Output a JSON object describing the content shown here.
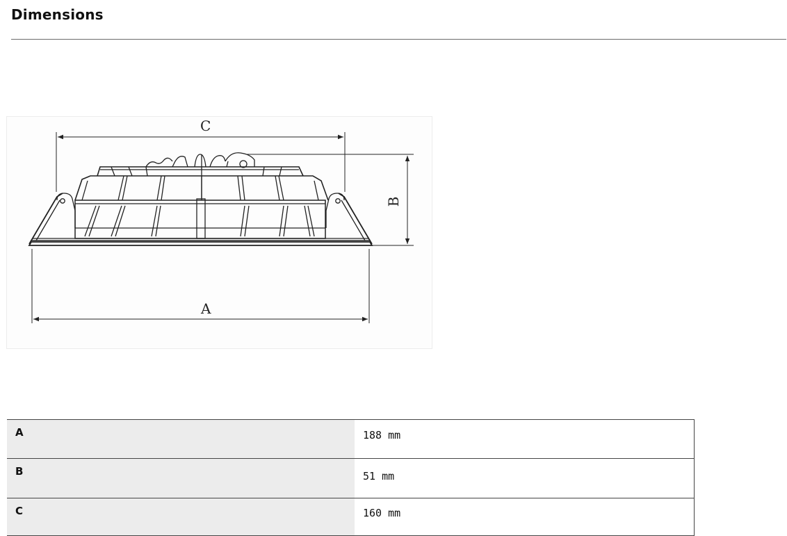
{
  "page": {
    "title": "Dimensions"
  },
  "drawing": {
    "labels": {
      "a": "A",
      "b": "B",
      "c": "C"
    },
    "line_color": "#222222"
  },
  "table": {
    "rows": [
      {
        "key": "A",
        "value": "188 mm"
      },
      {
        "key": "B",
        "value": "51 mm"
      },
      {
        "key": "C",
        "value": "160 mm"
      }
    ]
  }
}
